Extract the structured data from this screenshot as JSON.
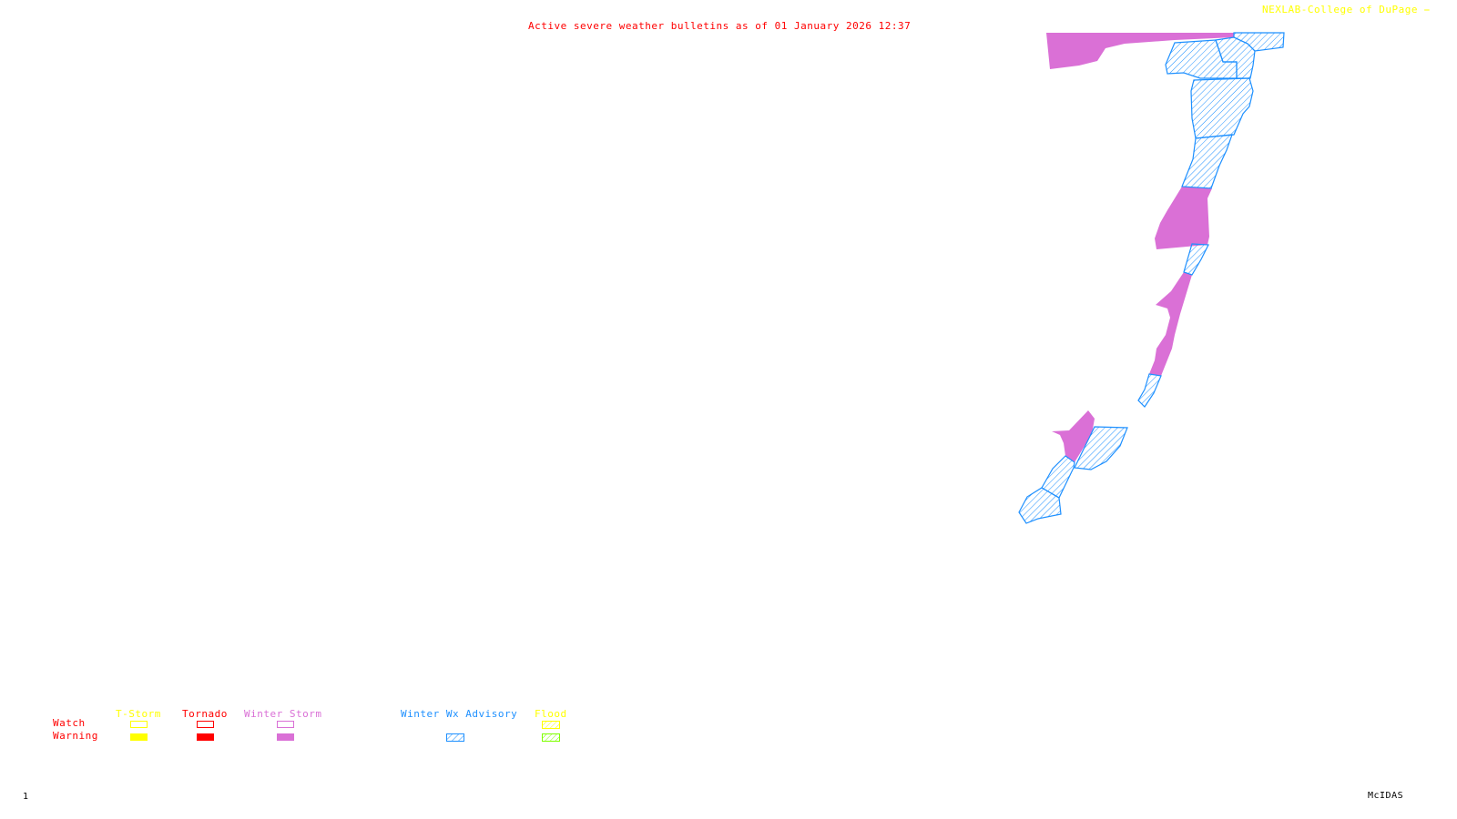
{
  "header": {
    "title": "Active severe weather bulletins as of 01 January 2026 12:37",
    "credit": "NEXLAB-College of DuPage"
  },
  "footer": {
    "frame_number": "1",
    "software": "McIDAS"
  },
  "colors": {
    "watch_warning_label": "#ff0000",
    "tstorm": "#ffff00",
    "tornado": "#ff0000",
    "winter_storm": "#da70d6",
    "winter_wx_advisory": "#1e90ff",
    "flood_watch": "#ffff00",
    "flood_warning": "#7fff00"
  },
  "legend": {
    "row_labels": {
      "watch": "Watch",
      "warning": "Warning"
    },
    "categories": [
      {
        "name": "tstorm",
        "label": "T-Storm",
        "watch": "outline",
        "warning": "filled"
      },
      {
        "name": "tornado",
        "label": "Tornado",
        "watch": "outline",
        "warning": "filled"
      },
      {
        "name": "winter-storm",
        "label": "Winter Storm",
        "watch": "outline",
        "warning": "filled"
      },
      {
        "name": "winter-wx-advisory",
        "label": "Winter Wx Advisory",
        "watch": "none",
        "warning": "hatched"
      },
      {
        "name": "flood",
        "label": "Flood",
        "watch": "hatched",
        "warning": "hatched"
      }
    ]
  },
  "map": {
    "active_alert_types": [
      "Winter Storm Warning",
      "Winter Wx Advisory"
    ]
  }
}
